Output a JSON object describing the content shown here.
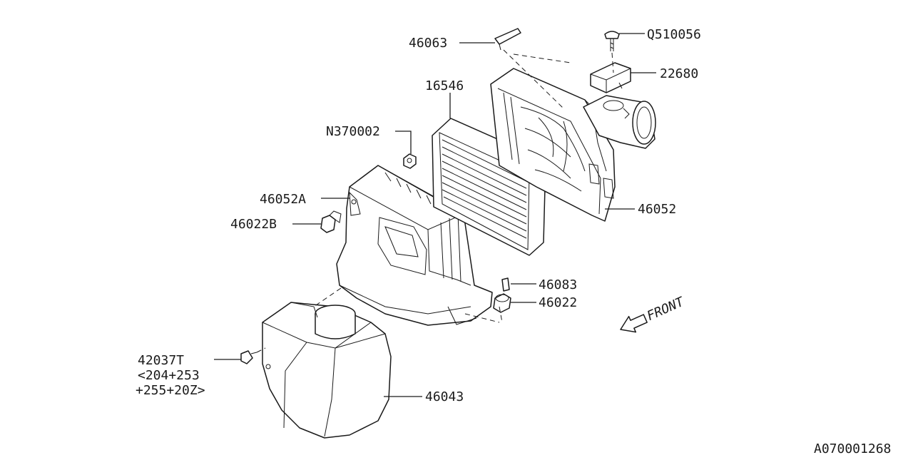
{
  "parts": {
    "p46063": "46063",
    "pQ510056": "Q510056",
    "p22680": "22680",
    "p16546": "16546",
    "pN370002": "N370002",
    "p46052A": "46052A",
    "p46022B": "46022B",
    "p46052": "46052",
    "p46083": "46083",
    "p46022": "46022",
    "p42037T_line1": "42037T",
    "p42037T_line2": "<204+253",
    "p42037T_line3": "+255+20Z>",
    "p46043": "46043"
  },
  "front_marker": "FRONT",
  "diagram_code": "A070001268"
}
